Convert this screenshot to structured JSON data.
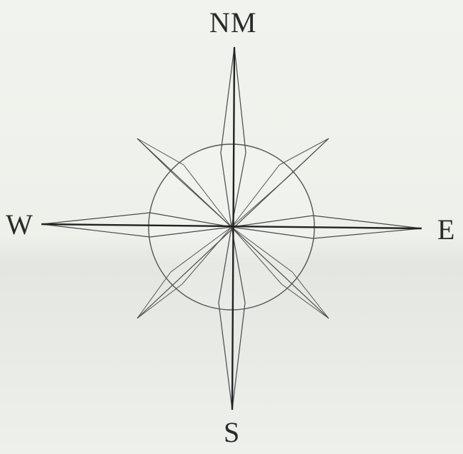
{
  "labels": {
    "north": "NM",
    "west": "W",
    "east": "E",
    "south": "S"
  },
  "colors": {
    "ink": "#2a2a2a",
    "line": "#4a4a4a"
  }
}
